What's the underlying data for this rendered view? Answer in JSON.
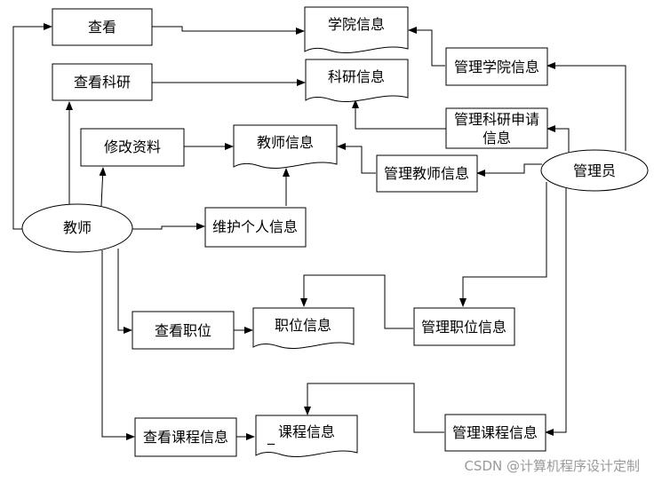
{
  "actors": {
    "teacher": "教师",
    "admin": "管理员"
  },
  "processes": {
    "view": "查看",
    "view_research": "查看科研",
    "edit_profile": "修改资料",
    "maintain_personal": "维护个人信息",
    "view_position": "查看职位",
    "view_course": "查看课程信息",
    "manage_college": "管理学院信息",
    "manage_research_line1": "管理科研申请",
    "manage_research_line2": "信息",
    "manage_teacher": "管理教师信息",
    "manage_position": "管理职位信息",
    "manage_course": "管理课程信息"
  },
  "data_stores": {
    "college_info": "学院信息",
    "research_info": "科研信息",
    "teacher_info": "教师信息",
    "position_info": "职位信息",
    "course_info": "课程信息",
    "course_info_mark": "_"
  },
  "watermark": "CSDN @计算机程序设计定制"
}
